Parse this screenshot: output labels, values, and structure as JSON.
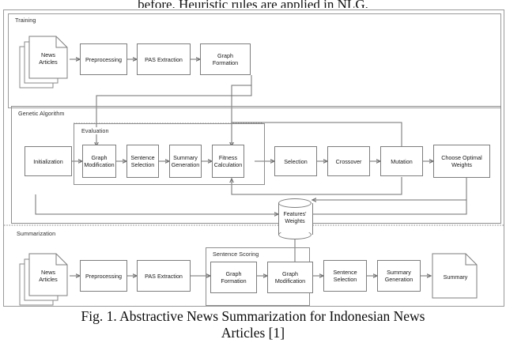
{
  "page": {
    "cut_off_text_above": "before. Heuristic rules are applied in NLG.",
    "caption_line1": "Fig. 1. Abstractive News Summarization for Indonesian News",
    "caption_line2": "Articles [1]"
  },
  "figure": {
    "sections": [
      {
        "id": "training",
        "label": "Training"
      },
      {
        "id": "genetic",
        "label": "Genetic Algorithm"
      },
      {
        "id": "evaluation",
        "label": "Evaluation"
      },
      {
        "id": "summarization",
        "label": "Summarization"
      },
      {
        "id": "scoring",
        "label": "Sentence Scoring"
      }
    ],
    "training_row": {
      "source_document": "News\nArticles",
      "source_document_line1": "News",
      "source_document_line2": "Articles",
      "steps": [
        {
          "id": "preprocessing",
          "label": "Preprocessing"
        },
        {
          "id": "pas-extraction",
          "label": "PAS Extraction"
        },
        {
          "id": "graph-formation",
          "label": "Graph\nFormation",
          "line1": "Graph",
          "line2": "Formation"
        }
      ]
    },
    "genetic_row": {
      "steps": [
        {
          "id": "initialization",
          "label": "Initialization"
        },
        {
          "id": "graph-modification",
          "line1": "Graph",
          "line2": "Modification"
        },
        {
          "id": "sentence-selection",
          "line1": "Sentence",
          "line2": "Selection"
        },
        {
          "id": "summary-generation",
          "line1": "Summary",
          "line2": "Generation"
        },
        {
          "id": "fitness-calculation",
          "line1": "Fitness",
          "line2": "Calculation"
        },
        {
          "id": "selection",
          "label": "Selection"
        },
        {
          "id": "crossover",
          "label": "Crossover"
        },
        {
          "id": "mutation",
          "label": "Mutation"
        },
        {
          "id": "choose-optimal-weights",
          "line1": "Choose Optimal",
          "line2": "Weights"
        }
      ]
    },
    "datastore": {
      "id": "features-weights",
      "line1": "Features'",
      "line2": "Weights"
    },
    "summarization_row": {
      "source_document_line1": "News",
      "source_document_line2": "Articles",
      "output_document": "Summary",
      "steps": [
        {
          "id": "preprocessing-2",
          "label": "Preprocessing"
        },
        {
          "id": "pas-extraction-2",
          "label": "PAS Extraction"
        },
        {
          "id": "graph-formation-2",
          "line1": "Graph",
          "line2": "Formation"
        },
        {
          "id": "graph-modification-2",
          "line1": "Graph",
          "line2": "Modification"
        },
        {
          "id": "sentence-selection-2",
          "line1": "Sentence",
          "line2": "Selection"
        },
        {
          "id": "summary-generation-2",
          "line1": "Summary",
          "line2": "Generation"
        }
      ]
    },
    "colors": {
      "frame_border": "#9a9a9a",
      "box_border": "#7d7d7d",
      "wire": "#6f6f6f",
      "dashed_divider": "#8a8a8a",
      "text": "#181818",
      "background": "#ffffff"
    }
  }
}
